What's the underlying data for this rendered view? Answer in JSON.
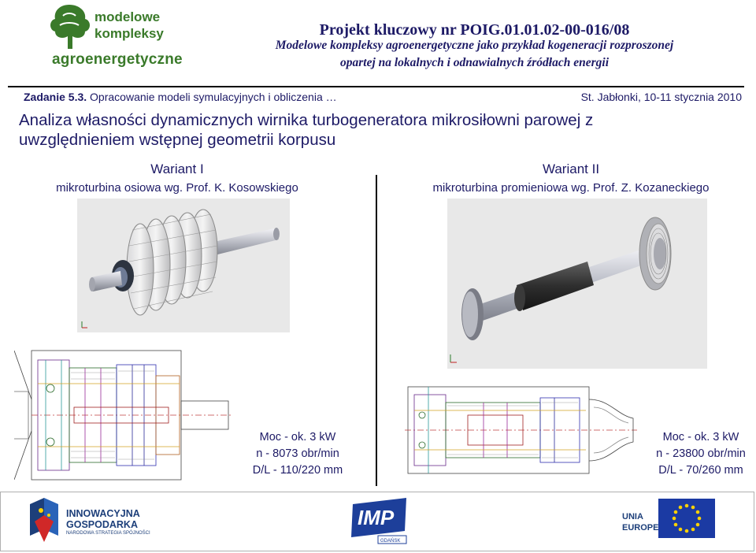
{
  "header": {
    "logo": {
      "line1": "modelowe",
      "line2": "kompleksy",
      "line3": "agroenergetyczne"
    },
    "project_title": "Projekt kluczowy nr POIG.01.01.02-00-016/08",
    "project_subtitle_line1": "Modelowe kompleksy agroenergetyczne jako przykład kogeneracji rozproszonej",
    "project_subtitle_line2": "opartej na lokalnych i odnawialnych źródłach energii",
    "task_prefix": "Zadanie 5.3.",
    "task_text": " Opracowanie modeli symulacyjnych i obliczenia …",
    "date": "St. Jabłonki, 10-11 stycznia 2010"
  },
  "main_title_line1": "Analiza własności dynamicznych wirnika turbogeneratora mikrosiłowni parowej z",
  "main_title_line2": "uwzględnieniem wstępnej geometrii korpusu",
  "variants": [
    {
      "title": "Wariant I",
      "subtitle": "mikroturbina osiowa wg. Prof. K. Kosowskiego",
      "spec": [
        "Moc - ok. 3 kW",
        "n - 8073 obr/min",
        "D/L - 110/220 mm"
      ]
    },
    {
      "title": "Wariant II",
      "subtitle": "mikroturbina promieniowa wg. Prof. Z. Kozaneckiego",
      "spec": [
        "Moc - ok. 3 kW",
        "n - 23800 obr/min",
        "D/L - 70/260 mm"
      ]
    }
  ],
  "footer": {
    "ig_line1": "INNOWACYJNA",
    "ig_line2": "GOSPODARKA",
    "ig_line3": "NARODOWA STRATEGIA SPÓJNOŚCI",
    "imp_text": "IMP",
    "imp_sub": "GDAŃSK",
    "eu_line1": "UNIA",
    "eu_line2": "EUROPEJSKA"
  },
  "colors": {
    "title_navy": "#1d1a66",
    "logo_green": "#3a7a2a",
    "eu_blue": "#1b3aa3",
    "eu_gold": "#ffd200"
  }
}
